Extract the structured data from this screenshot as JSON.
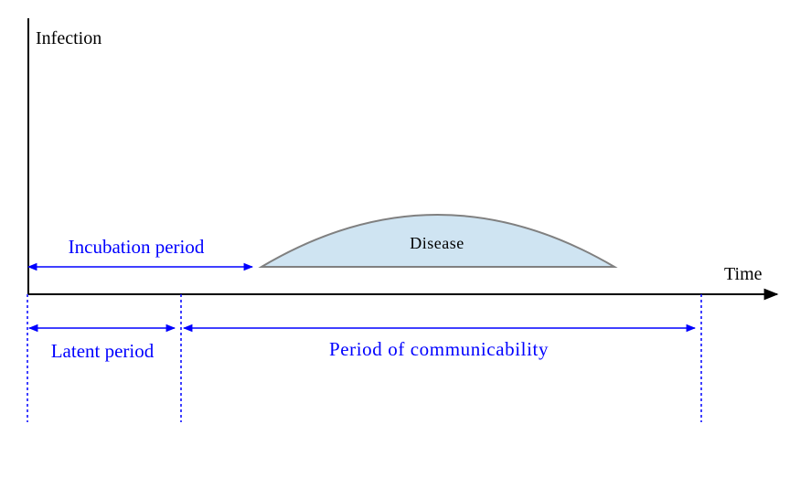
{
  "axes": {
    "y_label": "Infection",
    "x_label": "Time"
  },
  "disease": {
    "label": "Disease",
    "fill_color": "#cfe4f2",
    "stroke_color": "#808080"
  },
  "periods": {
    "incubation": "Incubation period",
    "latent": "Latent period",
    "communicability": "Period of communicability"
  },
  "colors": {
    "axis": "#000000",
    "period": "#0000ff"
  }
}
